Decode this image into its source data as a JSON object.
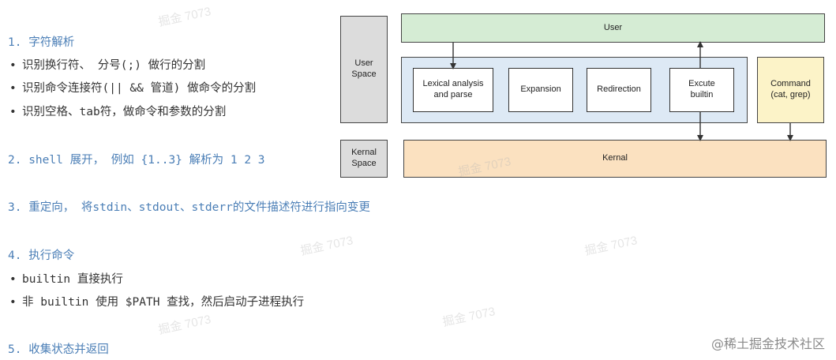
{
  "steps": {
    "s1": {
      "heading": "1. 字符解析",
      "items": [
        "识别换行符、 分号(;) 做行的分割",
        "识别命令连接符(|| && 管道) 做命令的分割",
        "识别空格、tab符，做命令和参数的分割"
      ]
    },
    "s2": {
      "heading": "2. shell 展开， 例如 {1..3} 解析为  1 2 3"
    },
    "s3": {
      "heading": "3. 重定向， 将stdin、stdout、stderr的文件描述符进行指向变更"
    },
    "s4": {
      "heading": "4. 执行命令",
      "items": [
        "builtin 直接执行",
        "非 builtin 使用 $PATH 查找，然后启动子进程执行"
      ]
    },
    "s5": {
      "heading": "5. 收集状态并返回"
    }
  },
  "bullet": "•",
  "diagram": {
    "user_space": "User\nSpace",
    "kernel_space": "Kernal\nSpace",
    "user": "User",
    "lexical": "Lexical analysis\nand parse",
    "expansion": "Expansion",
    "redirection": "Redirection",
    "builtin": "Excute\nbuiltin",
    "command": "Command\n(cat, grep)",
    "kernel": "Kernal"
  },
  "watermark": "掘金 7073",
  "credit": "@稀土掘金技术社区"
}
